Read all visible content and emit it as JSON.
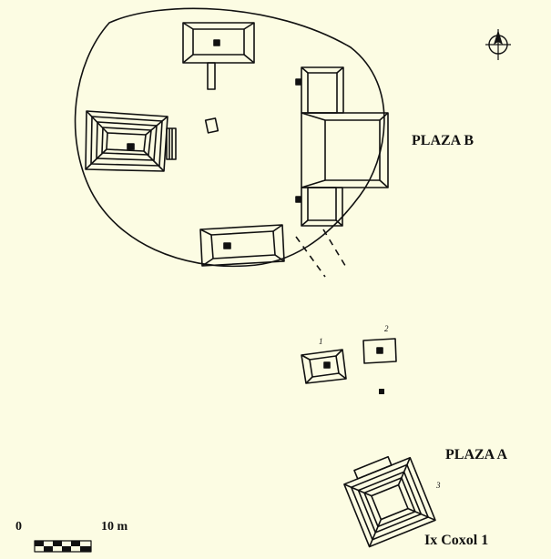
{
  "labels": {
    "plaza_b": "PLAZA B",
    "plaza_a": "PLAZA A",
    "site_name": "Ix Coxol 1"
  },
  "structure_numbers": {
    "s1": "1",
    "s2": "2",
    "s3": "3"
  },
  "scale_bar": {
    "start": "0",
    "end": "10 m"
  },
  "icons": {
    "north_arrow": "north-arrow-icon"
  },
  "colors": {
    "background": "#fcfce3",
    "ink": "#111111"
  }
}
